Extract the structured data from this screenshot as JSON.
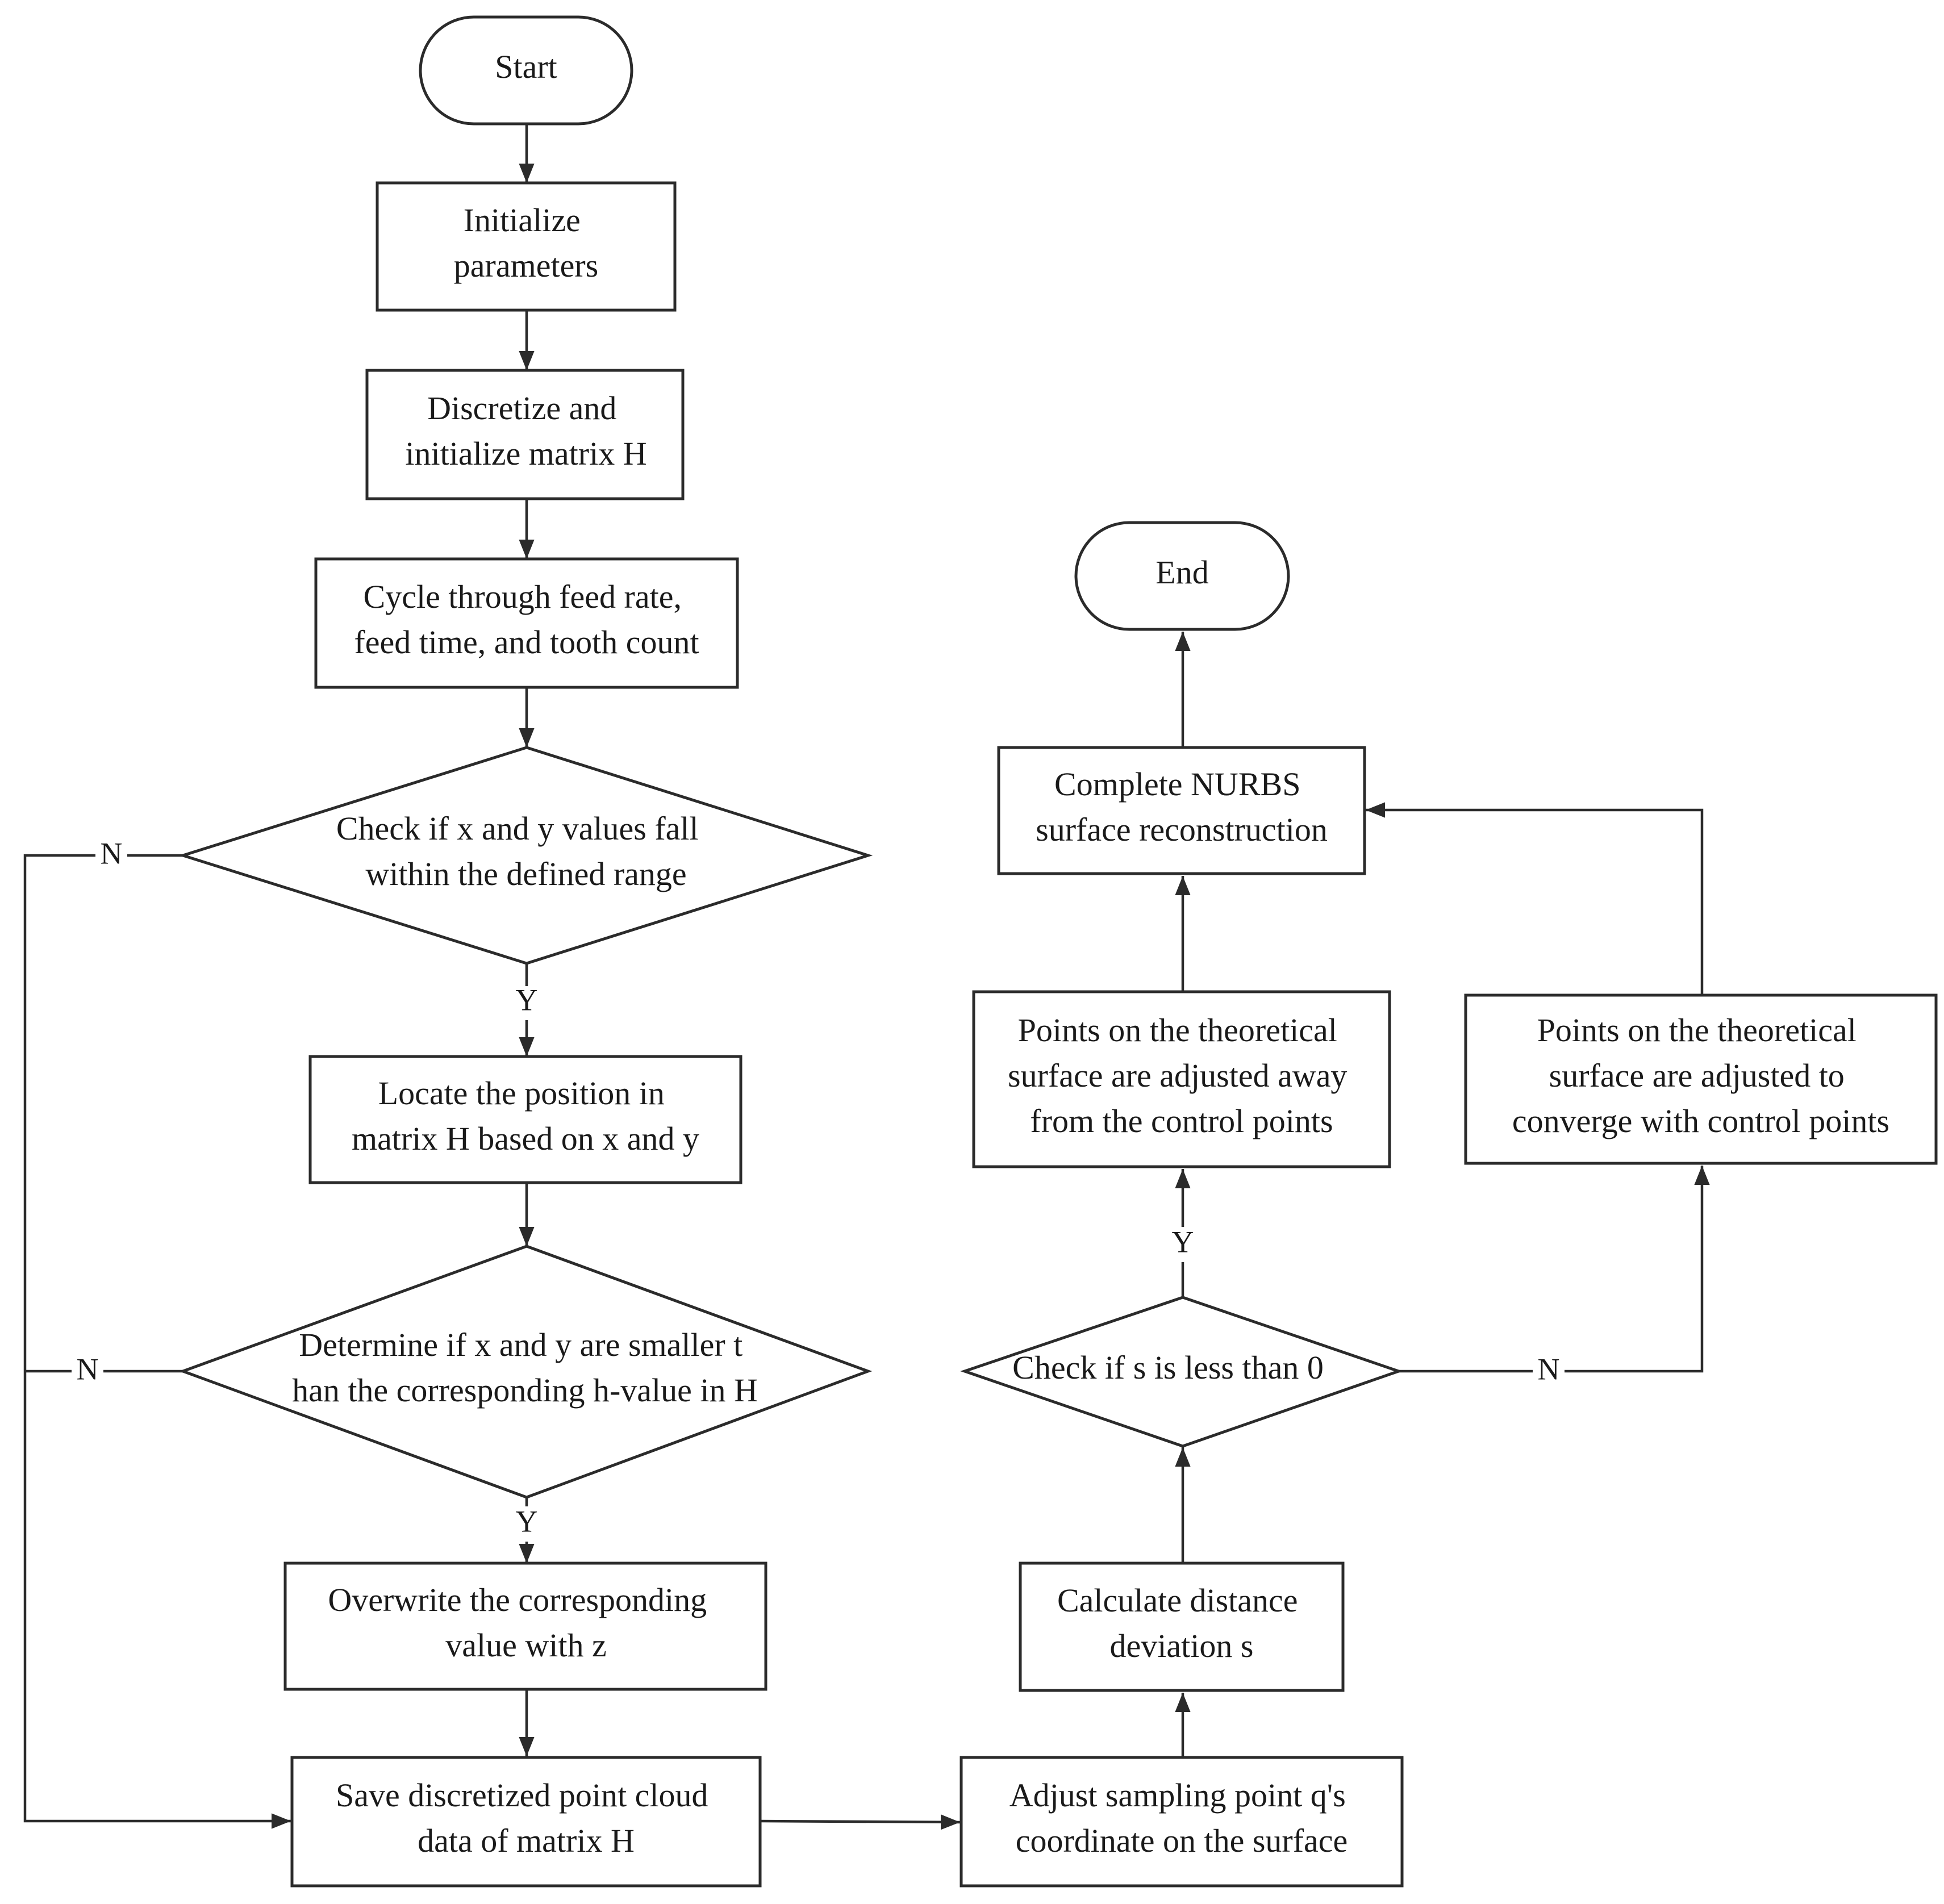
{
  "nodes": {
    "start": {
      "lines": [
        "Start"
      ]
    },
    "init_params": {
      "lines": [
        "Initialize",
        "parameters"
      ]
    },
    "discretize": {
      "lines": [
        "Discretize and",
        "initialize matrix H"
      ]
    },
    "cycle": {
      "lines": [
        "Cycle through feed rate,",
        "feed time, and tooth count"
      ]
    },
    "check_range": {
      "lines": [
        "Check if x and y values fall",
        "within the defined range"
      ]
    },
    "locate": {
      "lines": [
        "Locate the position in",
        "matrix H based on x and y"
      ]
    },
    "determine": {
      "lines": [
        "Determine if x and y are smaller t",
        "han the corresponding h-value in H"
      ]
    },
    "overwrite": {
      "lines": [
        "Overwrite the corresponding",
        "value with z"
      ]
    },
    "save": {
      "lines": [
        "Save discretized point cloud",
        "data of matrix H"
      ]
    },
    "adjust_q": {
      "lines": [
        "Adjust sampling point q's",
        "coordinate on the surface"
      ]
    },
    "calc_s": {
      "lines": [
        "Calculate distance",
        "deviation s"
      ]
    },
    "check_s": {
      "lines": [
        "Check if s is less than 0"
      ]
    },
    "away": {
      "lines": [
        "Points on the theoretical",
        "surface are adjusted away",
        "from the control points"
      ]
    },
    "converge": {
      "lines": [
        "Points on the theoretical",
        "surface are adjusted to",
        "converge with control points"
      ]
    },
    "nurbs": {
      "lines": [
        "Complete NURBS",
        "surface reconstruction"
      ]
    },
    "end": {
      "lines": [
        "End"
      ]
    }
  },
  "edge_labels": {
    "range_no": "N",
    "range_yes": "Y",
    "determine_no": "N",
    "determine_yes": "Y",
    "s_yes": "Y",
    "s_no": "N"
  },
  "colors": {
    "stroke": "#2b2b2b",
    "text": "#1a1a1a",
    "background": "#ffffff"
  }
}
